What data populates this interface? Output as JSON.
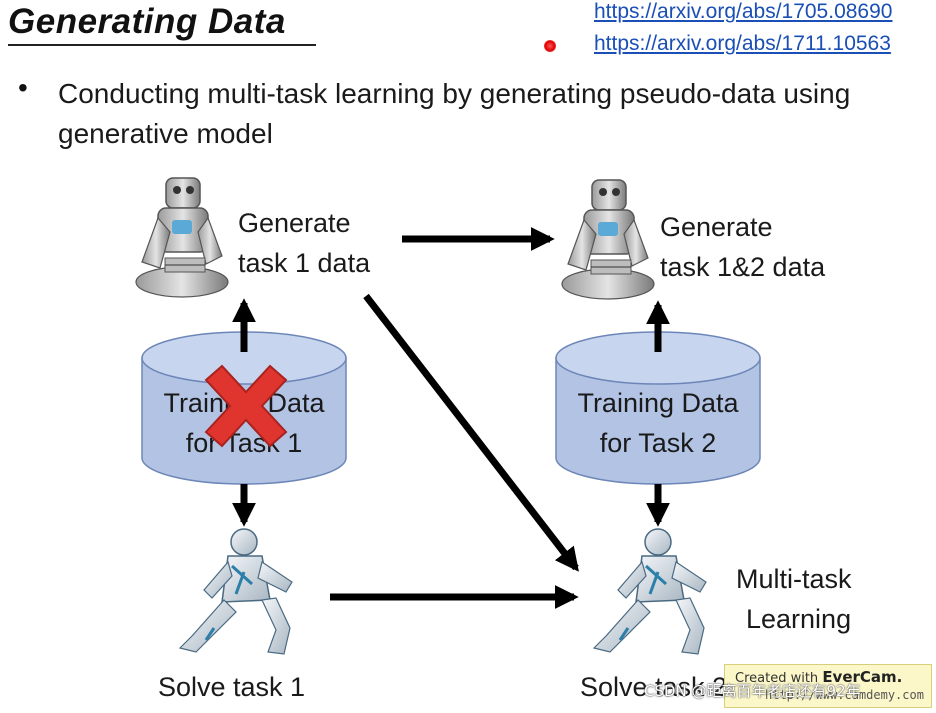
{
  "slide": {
    "title": "Generating Data",
    "links": [
      "https://arxiv.org/abs/1705.08690",
      "https://arxiv.org/abs/1711.10563"
    ],
    "bullet": "Conducting multi-task learning by generating pseudo-data using generative model"
  },
  "diagram": {
    "generator_left_label_line1": "Generate",
    "generator_left_label_line2": "task 1 data",
    "generator_right_label_line1": "Generate",
    "generator_right_label_line2": "task 1&2 data",
    "data_left_line1": "Training Data",
    "data_left_line2": "for Task 1",
    "data_right_line1": "Training Data",
    "data_right_line2": "for Task 2",
    "solver_left_label": "Solve task 1",
    "solver_right_label": "Solve task 2",
    "multitask_line1": "Multi-task",
    "multitask_line2": "Learning",
    "cylinder_color": "#b2c3e4",
    "cross_color": "#e0342e"
  },
  "overlay": {
    "watermark_line1_prefix": "Created with",
    "watermark_line1_brand": "EverCam.",
    "watermark_line2": "http://www.camdemy.com",
    "csdn_text": "CSDN @距离百年老店还有92年"
  }
}
